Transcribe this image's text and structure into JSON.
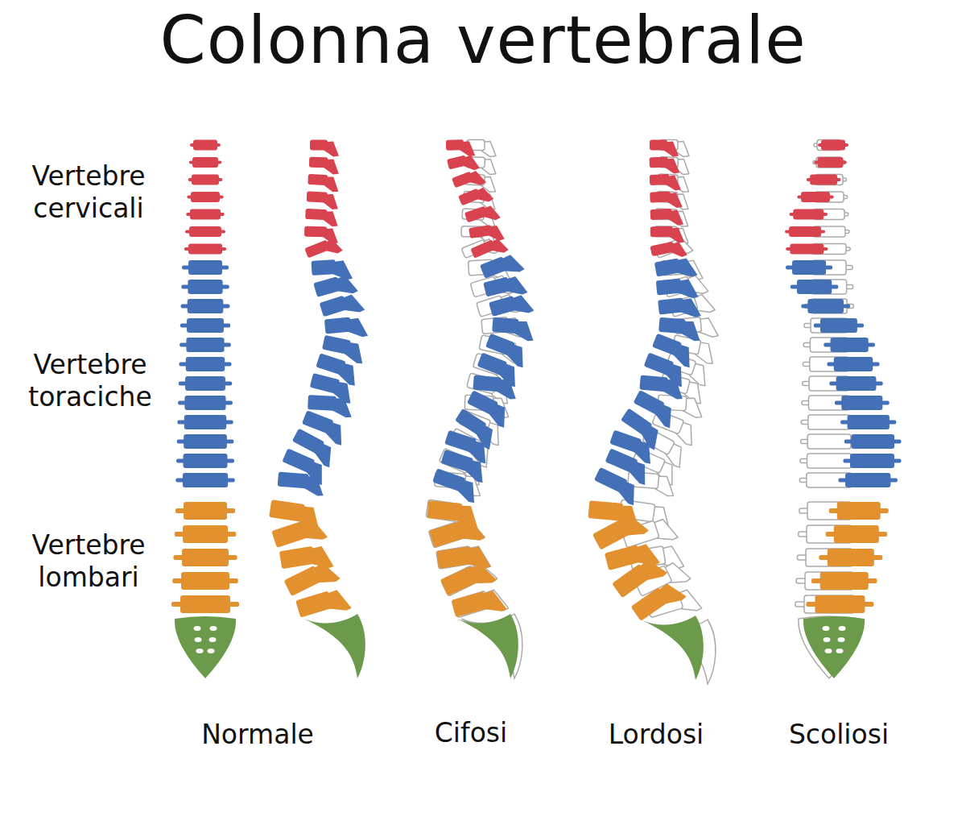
{
  "diagram": {
    "title": "Colonna vertebrale",
    "labels": [
      "Vertebre cervicali",
      "Vertebre toraciche",
      "Vertebre lombari",
      "Normale",
      "Cifosi",
      "Lordosi",
      "Scoliosi"
    ]
  }
}
